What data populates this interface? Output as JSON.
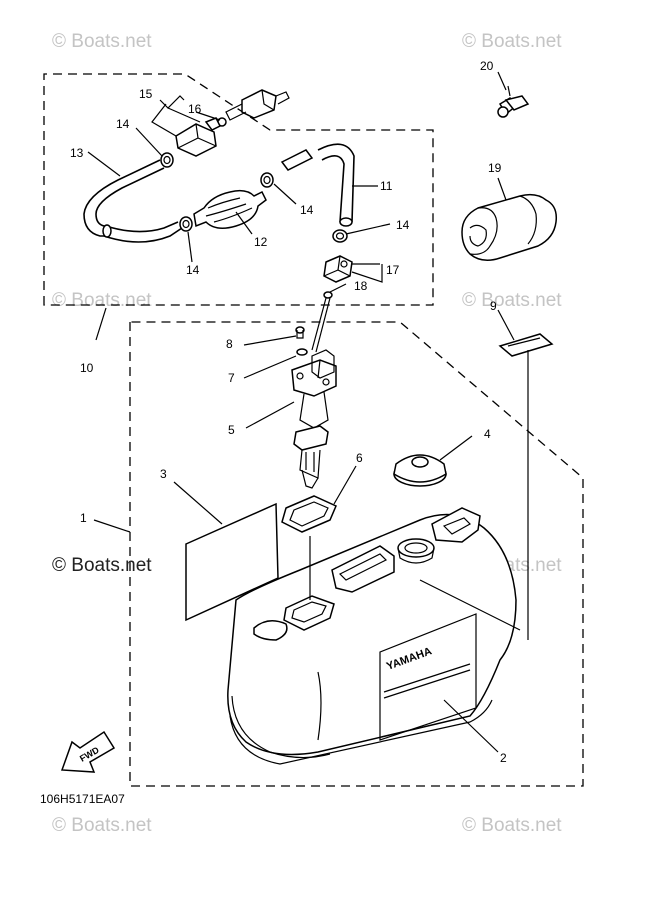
{
  "watermarks": {
    "top_left": "© Boats.net",
    "top_right": "© Boats.net",
    "mid_left": "© Boats.net",
    "mid_right_upper": "© Boats.net",
    "mid_left_dark": "© Boats.net",
    "mid_right_lower": "© Boats.net",
    "bottom_left": "© Boats.net",
    "bottom_right": "© Boats.net"
  },
  "diagram_code": "106H5171EA07",
  "tank_brand": "YAMAHA",
  "fwd_label": "FWD",
  "callouts": {
    "c1": "1",
    "c2": "2",
    "c3": "3",
    "c4": "4",
    "c5": "5",
    "c6": "6",
    "c7": "7",
    "c8": "8",
    "c9": "9",
    "c10": "10",
    "c11": "11",
    "c12": "12",
    "c13": "13",
    "c14a": "14",
    "c14b": "14",
    "c14c": "14",
    "c14d": "14",
    "c15": "15",
    "c16": "16",
    "c17": "17",
    "c18": "18",
    "c19": "19",
    "c20": "20"
  }
}
